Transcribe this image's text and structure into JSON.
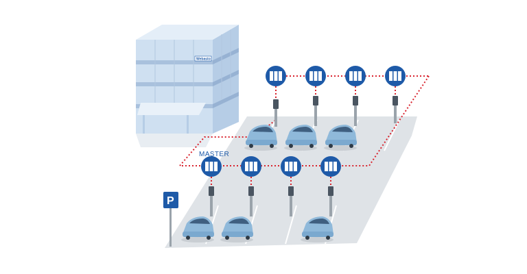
{
  "labels": {
    "master": "MASTER",
    "parking_sign": "P",
    "building_logo": "Webasto"
  },
  "colors": {
    "brand_blue": "#1e5aa8",
    "connection_red": "#d9232e",
    "building_glass": "#cfe0f1",
    "car_body": "#8fb9da",
    "lot_gray": "#dfe3e7",
    "charger_gray": "#9aa3ab"
  },
  "icons": {
    "controller": "charge-controller-icon",
    "charger": "wallbox-charger-icon",
    "car": "electric-car-icon",
    "building": "office-building-icon",
    "parking": "parking-sign-icon"
  },
  "network": {
    "back_row_controllers": 4,
    "front_row_controllers": 4,
    "master_controller": "front-row-1",
    "connection_style": "dotted red line"
  }
}
